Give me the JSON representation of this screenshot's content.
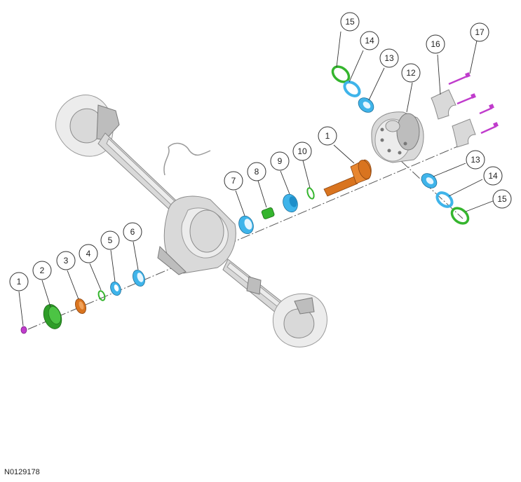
{
  "figure_id": "N0129178",
  "callouts": [
    {
      "label": "1"
    },
    {
      "label": "2"
    },
    {
      "label": "3"
    },
    {
      "label": "4"
    },
    {
      "label": "5"
    },
    {
      "label": "6"
    },
    {
      "label": "7"
    },
    {
      "label": "8"
    },
    {
      "label": "9"
    },
    {
      "label": "10"
    },
    {
      "label": "1"
    },
    {
      "label": "12"
    },
    {
      "label": "13"
    },
    {
      "label": "14"
    },
    {
      "label": "15"
    },
    {
      "label": "16"
    },
    {
      "label": "17"
    },
    {
      "label": "13"
    },
    {
      "label": "14"
    },
    {
      "label": "15"
    }
  ],
  "colors": {
    "magenta": "#c03ccc",
    "green": "#35b52e",
    "orange": "#d9741f",
    "blue": "#3fb4ea",
    "housing": "#d9d9d9"
  }
}
